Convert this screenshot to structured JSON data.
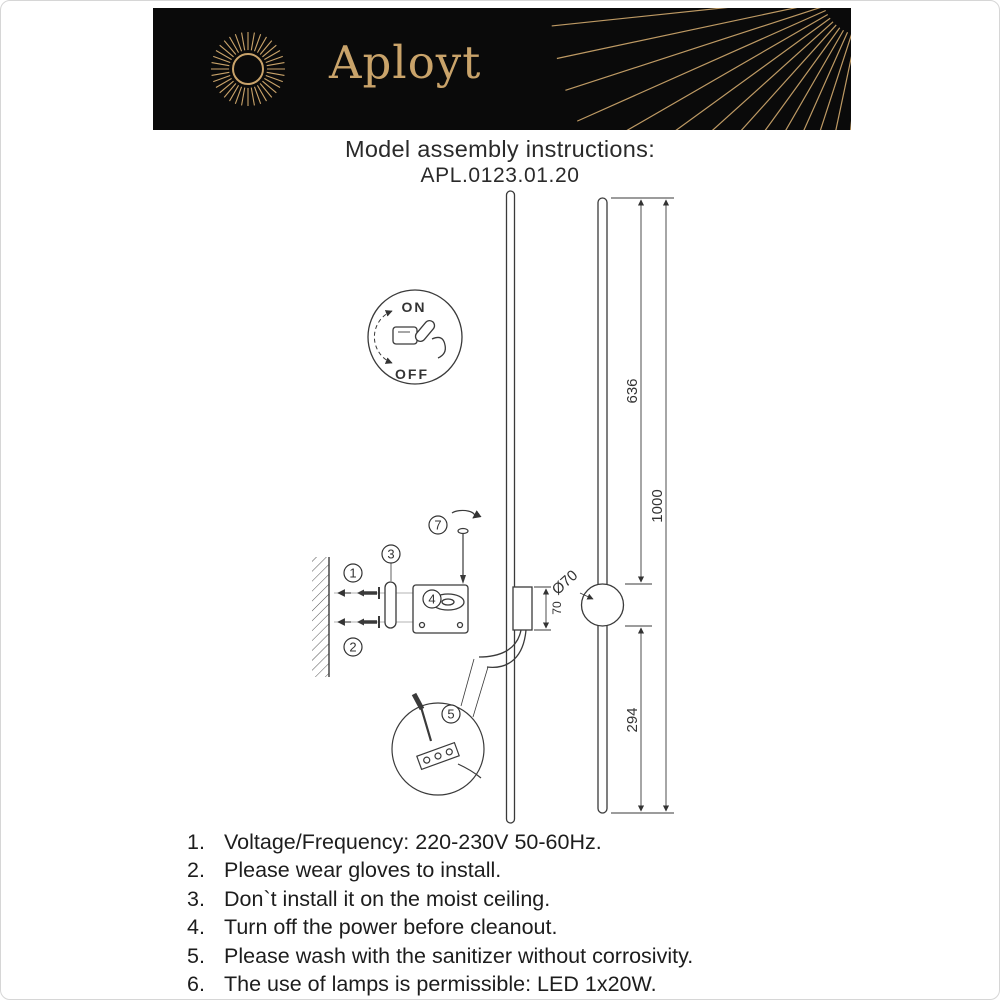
{
  "header": {
    "brand": "Aployt"
  },
  "title": "Model assembly instructions:",
  "model": "APL.0123.01.20",
  "colors": {
    "brand_gold": "#c9a36a",
    "banner_black": "#0a0a0a"
  },
  "diagram": {
    "switch": {
      "on": "ON",
      "off": "OFF"
    },
    "dimensions": {
      "length_top": "636",
      "length_total": "1000",
      "length_bottom": "294",
      "bracket_height": "70",
      "diameter": "Ø70"
    },
    "callouts": {
      "c1": "1",
      "c2": "2",
      "c3": "3",
      "c4": "4",
      "c5": "5",
      "c7": "7"
    }
  },
  "instructions": [
    {
      "num": "1.",
      "text": "Voltage/Frequency: 220-230V 50-60Hz."
    },
    {
      "num": "2.",
      "text": "Please wear gloves to install."
    },
    {
      "num": "3.",
      "text": "Don`t install it on the moist ceiling."
    },
    {
      "num": "4.",
      "text": "Turn off the power before cleanout."
    },
    {
      "num": "5.",
      "text": "Please wash with the sanitizer without corrosivity."
    },
    {
      "num": "6.",
      "text": "The use of lamps is permissible: LED 1x20W."
    }
  ]
}
